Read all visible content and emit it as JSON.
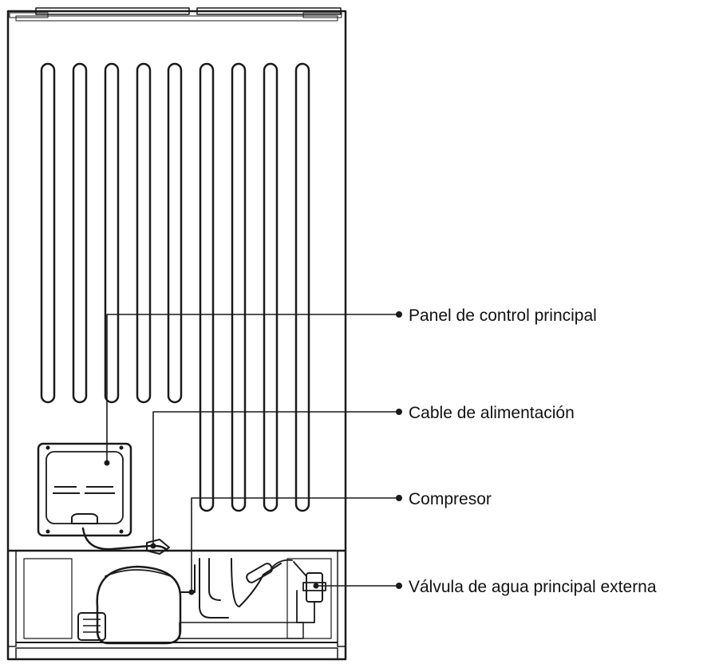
{
  "callouts": [
    {
      "id": "panel",
      "label": "Panel de control principal"
    },
    {
      "id": "cable",
      "label": "Cable de alimentación"
    },
    {
      "id": "compressor",
      "label": "Compresor"
    },
    {
      "id": "valve",
      "label": "Válvula de agua principal externa"
    }
  ],
  "colors": {
    "line": "#1a1a1a",
    "background": "#ffffff",
    "body_fill": "#fafafa"
  }
}
